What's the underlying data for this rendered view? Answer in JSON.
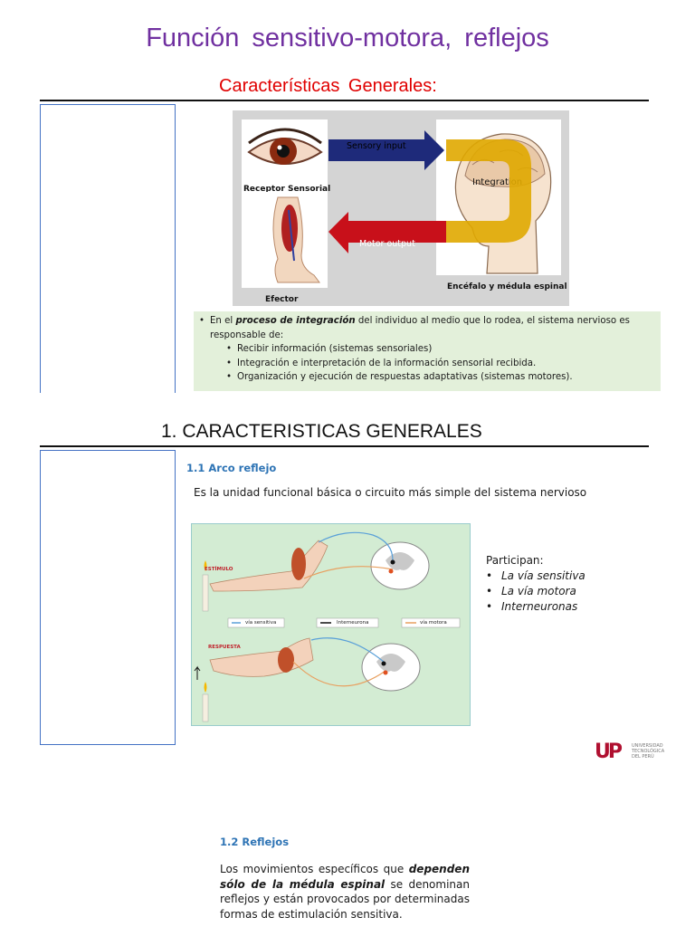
{
  "page": {
    "title": "Función sensitivo-motora, reflejos",
    "subtitle": "Características Generales:"
  },
  "diagram": {
    "receptor_label": "Receptor Sensorial",
    "efector_label": "Efector",
    "brain_label": "Encéfalo y médula espinal",
    "sensory_arrow": "Sensory input",
    "motor_arrow": "Motor output",
    "integration": "Integration"
  },
  "integration_box": {
    "intro_pre": "En el ",
    "intro_emph": "proceso de integración",
    "intro_post": " del individuo al medio que lo rodea, el sistema nervioso es",
    "intro_line2": "responsable de:",
    "items": [
      "Recibir información (sistemas sensoriales)",
      "Integración e interpretación de la información sensorial recibida.",
      "Organización y ejecución de respuestas adaptativas (sistemas motores)."
    ]
  },
  "section1": {
    "heading": "1.  CARACTERISTICAS GENERALES",
    "sub_heading": "1.1 Arco reflejo",
    "definition": "Es la unidad funcional básica o circuito más simple del sistema nervioso",
    "arc_figure": {
      "estimulo": "ESTÍMULO",
      "respuesta": "RESPUESTA",
      "legend": [
        "vía sensitiva",
        "Interneurona",
        "vía motora"
      ],
      "legend_colors": [
        "#5aa0d8",
        "#111111",
        "#e8a060"
      ]
    },
    "participan_label": "Participan:",
    "participan_items": [
      "La vía sensitiva",
      "La vía motora",
      "Interneuronas"
    ]
  },
  "logo": {
    "letters": "UP",
    "text_lines": [
      "UNIVERSIDAD",
      "TECNOLÓGICA",
      "DEL PERÚ"
    ]
  },
  "section2": {
    "sub_heading": "1.2 Reflejos",
    "para_pre": "Los movimientos específicos que ",
    "para_emph": "dependen sólo de la médula espinal",
    "para_post": " se denominan reflejos y están provocados por determinadas formas de estimulación sensitiva."
  }
}
